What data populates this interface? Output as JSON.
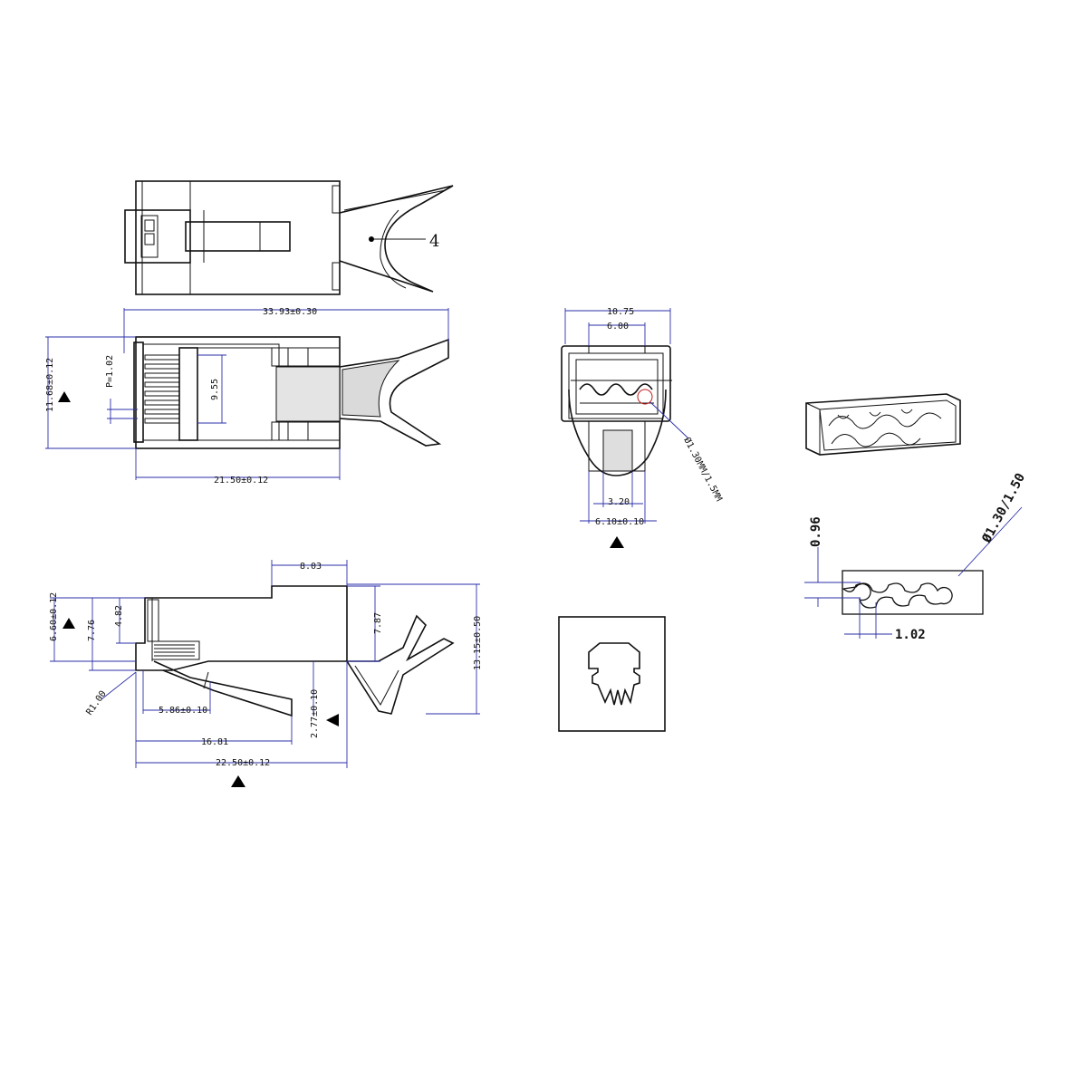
{
  "callout": "4",
  "top_view": {
    "overall_length": "33.93±0.30",
    "height": "11.68±0.12",
    "pitch": "P=1.02",
    "contact_span": "9.55",
    "body_length": "21.50±0.12"
  },
  "end_view": {
    "width_outer": "10.75",
    "width_inner": "6.00",
    "wire_dia": "Ø1.30MM/1.5MM",
    "latch_width": "3.20",
    "base_width": "6.10±0.10"
  },
  "side_view": {
    "top_length": "8.03",
    "height_total": "6.60±0.12",
    "height_mid": "7.76",
    "height_small": "4.82",
    "boot_height": "7.87",
    "overall_height": "13.15±0.50",
    "radius": "R1.00",
    "latch_pos": "5.86±0.10",
    "latch_thk": "2.77±0.10",
    "latch_length": "16.81",
    "body_length": "22.50±0.12"
  },
  "insert": {
    "wire_dia": "Ø1.30/1.50",
    "row_offset": "0.96",
    "pitch": "1.02"
  }
}
